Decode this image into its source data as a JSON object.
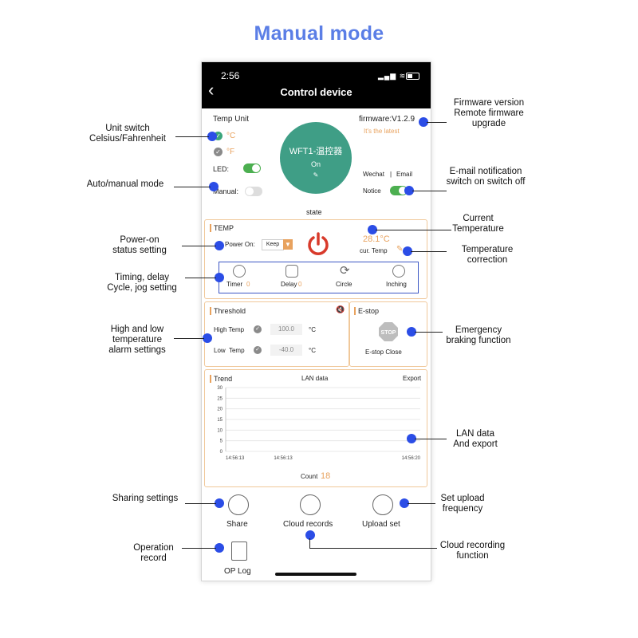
{
  "page_title": "Manual mode",
  "status_bar": {
    "time": "2:56"
  },
  "nav": {
    "title": "Control device"
  },
  "temp_unit": {
    "title": "Temp Unit",
    "celsius": "°C",
    "fahrenheit": "°F"
  },
  "led": {
    "label": "LED:",
    "on": true
  },
  "manual": {
    "label": "Manual:",
    "on": false
  },
  "device": {
    "name": "WFT1-温控器",
    "status": "On"
  },
  "firmware": {
    "version": "firmware:V1.2.9",
    "note": "It's the latest"
  },
  "notify": {
    "wechat": "Wechat",
    "sep": "|",
    "email": "Email",
    "label": "Notice",
    "on": true
  },
  "state_label": "state",
  "temp_panel": {
    "title": "TEMP",
    "power_on_label": "Power On:",
    "power_on_value": "Keep",
    "current_temp": "28.1°C",
    "cur_label": "cur. Temp",
    "timer": {
      "label": "Timer",
      "value": "0"
    },
    "delay": {
      "label": "Delay",
      "value": "0"
    },
    "circle": "Circle",
    "inching": "Inching"
  },
  "threshold": {
    "title": "Threshold",
    "high_label": "High Temp",
    "high_value": "100.0",
    "low_label": "Low  Temp",
    "low_value": "-40.0",
    "unit": "°C"
  },
  "estop": {
    "title": "E-stop",
    "icon_text": "STOP",
    "label": "E-stop Close"
  },
  "trend": {
    "title": "Trend",
    "center": "LAN data",
    "export": "Export",
    "count_label": "Count",
    "count_value": "18"
  },
  "chart_data": {
    "type": "line",
    "yticks": [
      "30",
      "25",
      "20",
      "15",
      "10",
      "5",
      "0"
    ],
    "xticks": [
      "14:56:13",
      "14:56:13",
      "14:56:20"
    ],
    "ylim": [
      0,
      30
    ]
  },
  "bottom": {
    "share": "Share",
    "cloud": "Cloud records",
    "upload": "Upload set",
    "oplog": "OP Log"
  },
  "callouts": {
    "unit_switch": "Unit switch\nCelsius/Fahrenheit",
    "auto_manual": "Auto/manual mode",
    "power_on_status": "Power-on\nstatus setting",
    "timing": "Timing, delay\nCycle, jog setting",
    "alarm": "High and low\ntemperature\nalarm settings",
    "sharing": "Sharing settings",
    "op_record": "Operation\nrecord",
    "firmware": "Firmware version\nRemote firmware\nupgrade",
    "email": "E-mail notification\nswitch on switch off",
    "current_temp": "Current\nTemperature",
    "temp_correction": "Temperature\ncorrection",
    "emergency": "Emergency\nbraking function",
    "lan_export": "LAN data\nAnd export",
    "upload_freq": "Set upload\nfrequency",
    "cloud_recording": "Cloud recording\nfunction"
  },
  "colors": {
    "accent_blue": "#2b4de6",
    "device_green": "#3f9e86",
    "panel_border": "#f0c89a",
    "power_red": "#d83a2b",
    "temp_orange": "#e8a25e"
  }
}
